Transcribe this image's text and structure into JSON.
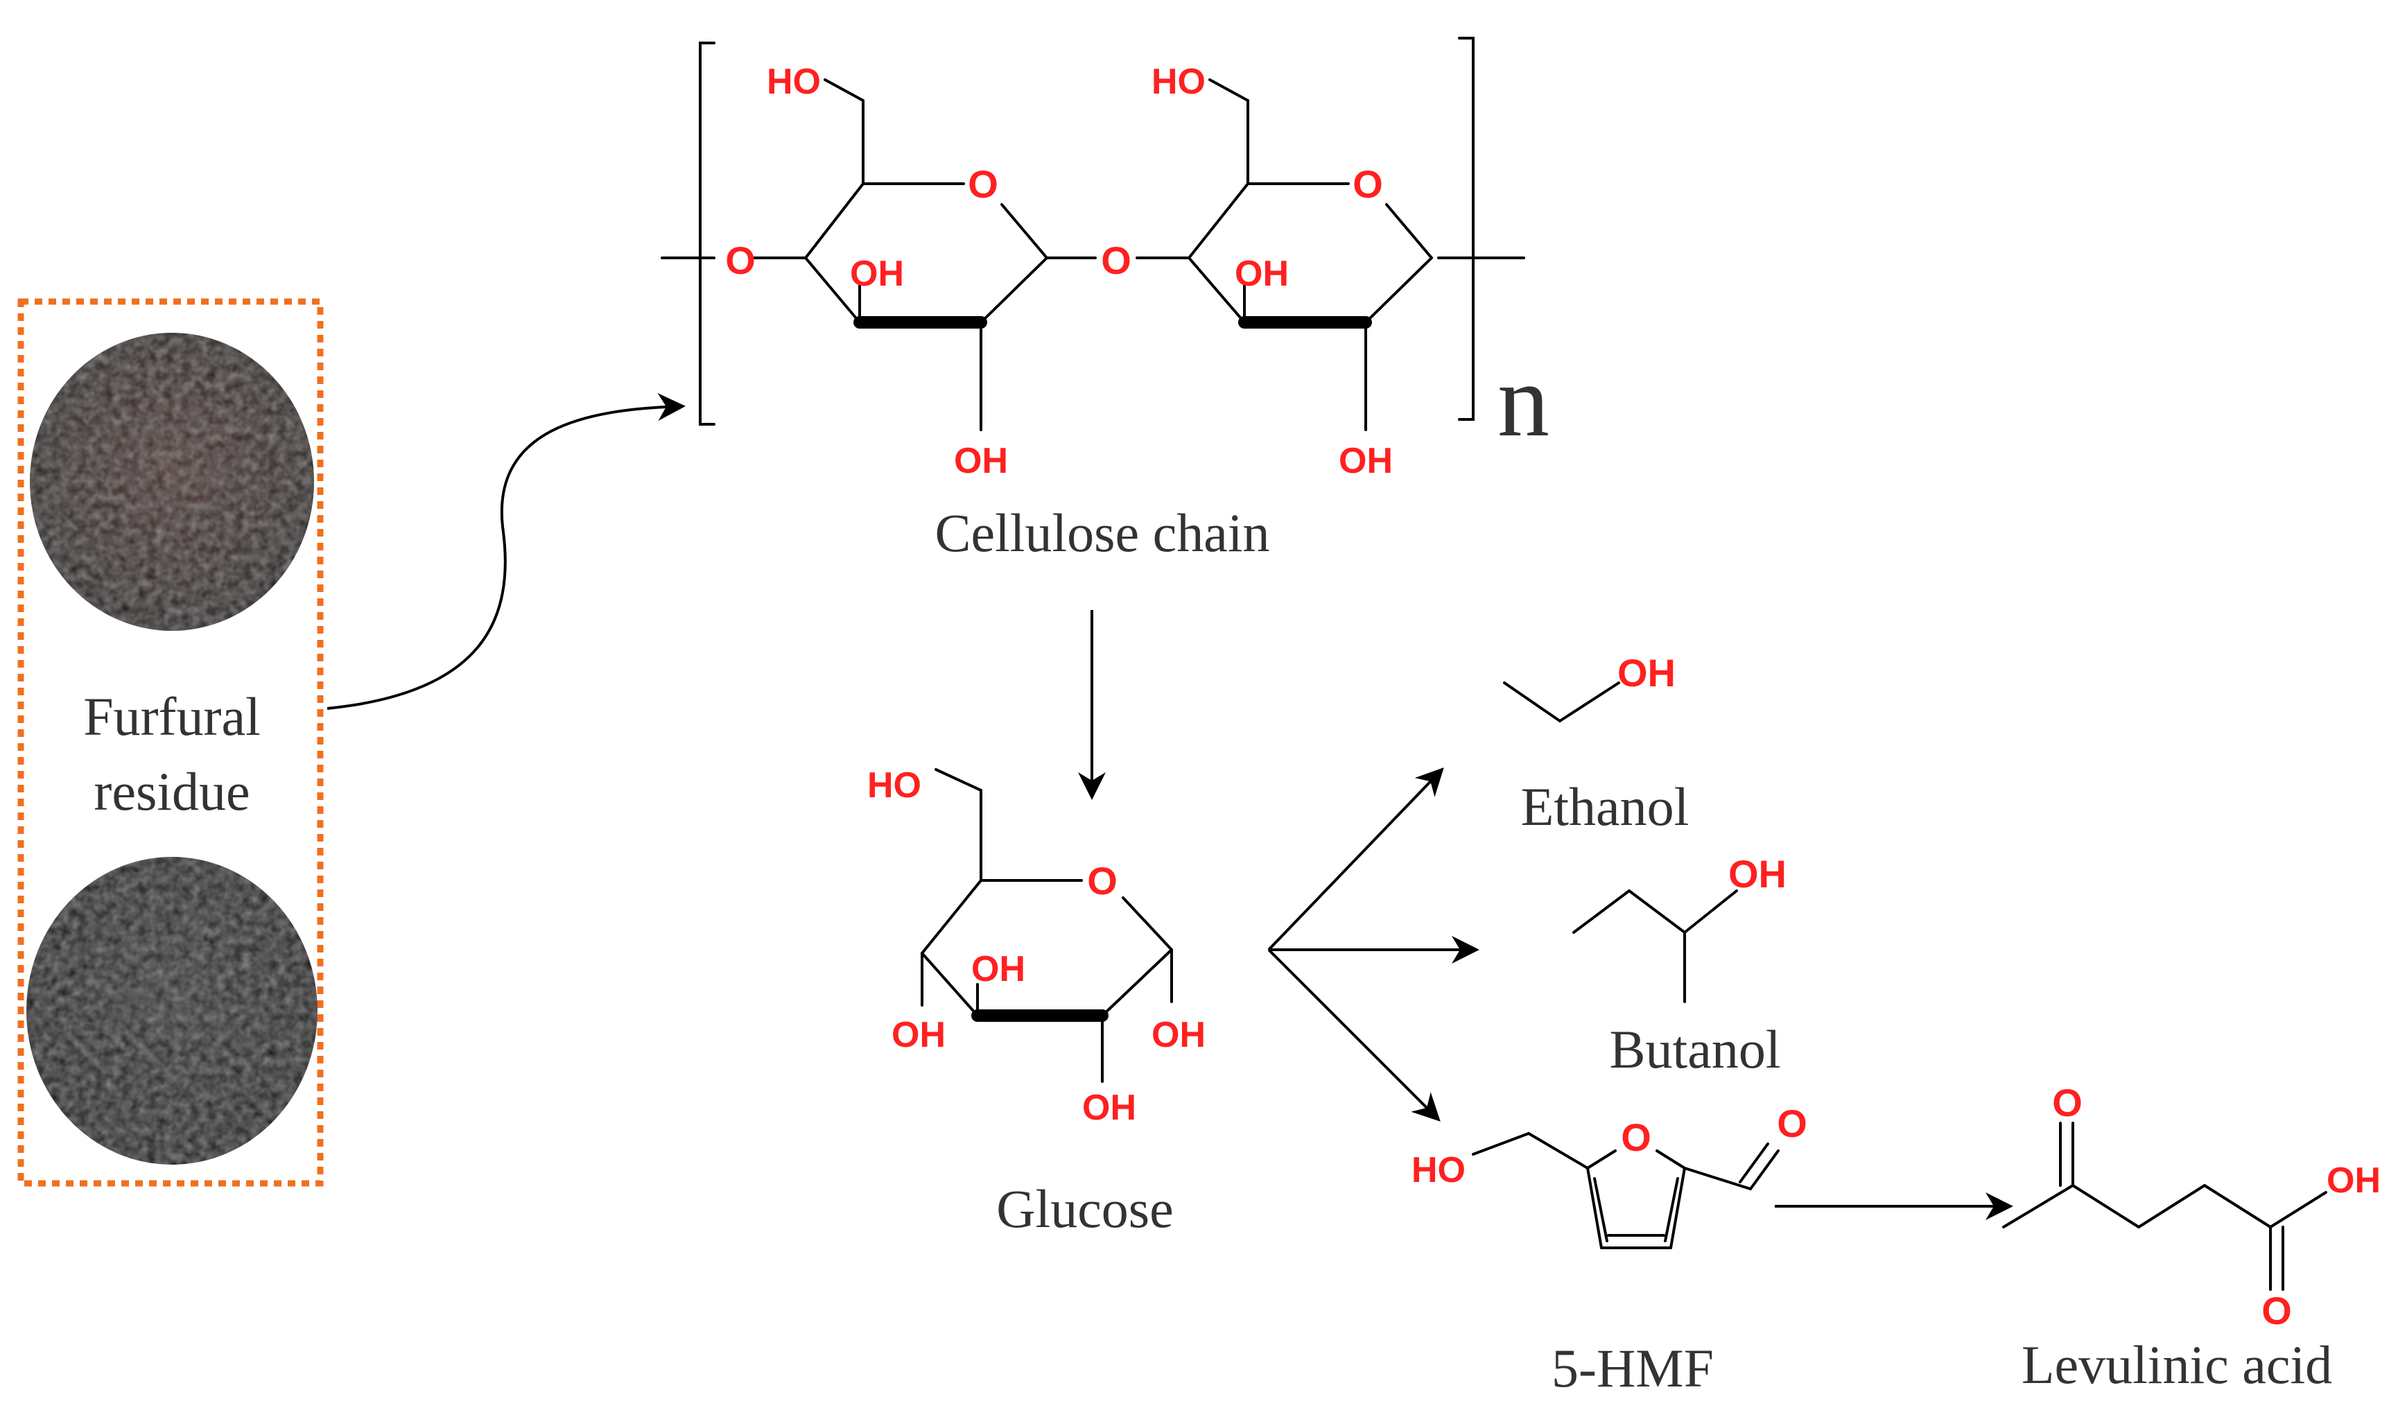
{
  "colors": {
    "heteroatom": "#ff2020",
    "frame": "#f07020",
    "label": "#333333"
  },
  "feedstock": {
    "label_line1": "Furfural",
    "label_line2": "residue",
    "images": [
      "brown-powder-photo",
      "black-powder-photo"
    ]
  },
  "cellulose": {
    "label": "Cellulose chain",
    "repeat": "n",
    "atoms": {
      "ho": "HO",
      "oh": "OH",
      "o": "O"
    }
  },
  "glucose": {
    "label": "Glucose",
    "atoms": {
      "ho": "HO",
      "oh": "OH",
      "o": "O"
    }
  },
  "products": {
    "ethanol": {
      "label": "Ethanol",
      "atoms": {
        "oh": "OH"
      }
    },
    "butanol": {
      "label": "Butanol",
      "atoms": {
        "oh": "OH"
      }
    },
    "hmf": {
      "label": "5-HMF",
      "atoms": {
        "ho": "HO",
        "o": "O"
      }
    },
    "levulinic": {
      "label": "Levulinic acid",
      "atoms": {
        "oh": "OH",
        "o": "O"
      }
    }
  }
}
